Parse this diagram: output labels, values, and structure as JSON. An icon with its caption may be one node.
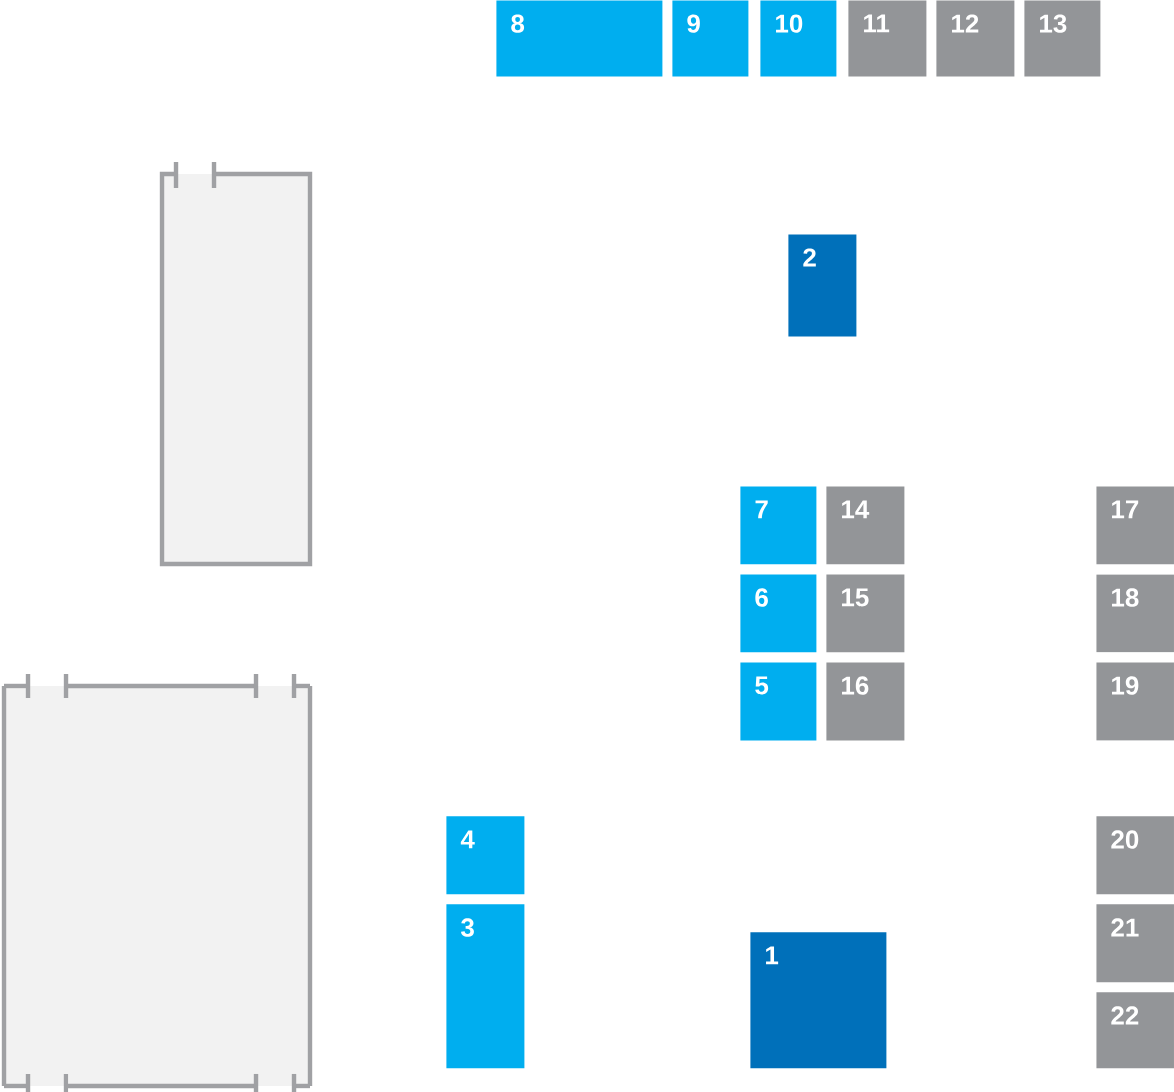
{
  "diagram": {
    "nodes": [
      {
        "text": [
          "8"
        ]
      },
      {
        "text": [
          "9"
        ]
      },
      {
        "text": [
          "10"
        ]
      },
      {
        "text": [
          "11"
        ]
      },
      {
        "text": [
          "12"
        ]
      },
      {
        "text": [
          "13"
        ]
      },
      {
        "text": [
          "2"
        ]
      },
      {
        "text": [
          "7"
        ]
      },
      {
        "text": [
          "14"
        ]
      },
      {
        "text": [
          "17"
        ]
      },
      {
        "text": [
          "6"
        ]
      },
      {
        "text": [
          "15"
        ]
      },
      {
        "text": [
          "18"
        ]
      },
      {
        "text": [
          "5"
        ]
      },
      {
        "text": [
          "16"
        ]
      },
      {
        "text": [
          "19"
        ]
      },
      {
        "text": [
          "4"
        ]
      },
      {
        "text": [
          "20"
        ]
      },
      {
        "text": [
          "3"
        ]
      },
      {
        "text": [
          "1"
        ]
      },
      {
        "text": [
          "21"
        ]
      },
      {
        "text": [
          "22"
        ]
      }
    ]
  }
}
